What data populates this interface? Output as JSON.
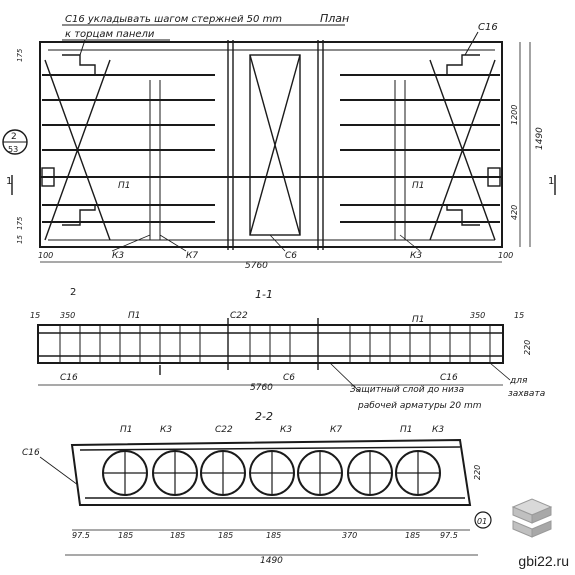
{
  "notes": {
    "top_note_line1": "С16 укладывать шагом стержней 50 mm",
    "top_note_line2": "к торцам панели",
    "plan": "План",
    "protective_line1": "Защитный слой до низа",
    "protective_line2": "рабочей арматуры 20 mm",
    "lift": "для",
    "lift2": "захвата"
  },
  "sections": {
    "s11": "1-1",
    "s22": "2-2",
    "cut1": "1",
    "cut2": "2",
    "callout_top": "2",
    "callout_bottom": "53"
  },
  "labels": {
    "C16": "С16",
    "C22": "С22",
    "C6": "С6",
    "P1": "П1",
    "K3": "К3",
    "K7": "К7",
    "d01": "01"
  },
  "dims": {
    "length": "5760",
    "width": "1490",
    "d1200": "1200",
    "d420": "420",
    "d175": "175",
    "d175b": "175",
    "d15": "15",
    "d15b": "15",
    "d100": "100",
    "d100b": "100",
    "d350": "350",
    "d350b": "350",
    "d220": "220",
    "d220b": "220",
    "d975": "97.5",
    "d185": "185",
    "d370": "370",
    "d975b": "97.5"
  },
  "watermark": "gbi22.ru"
}
